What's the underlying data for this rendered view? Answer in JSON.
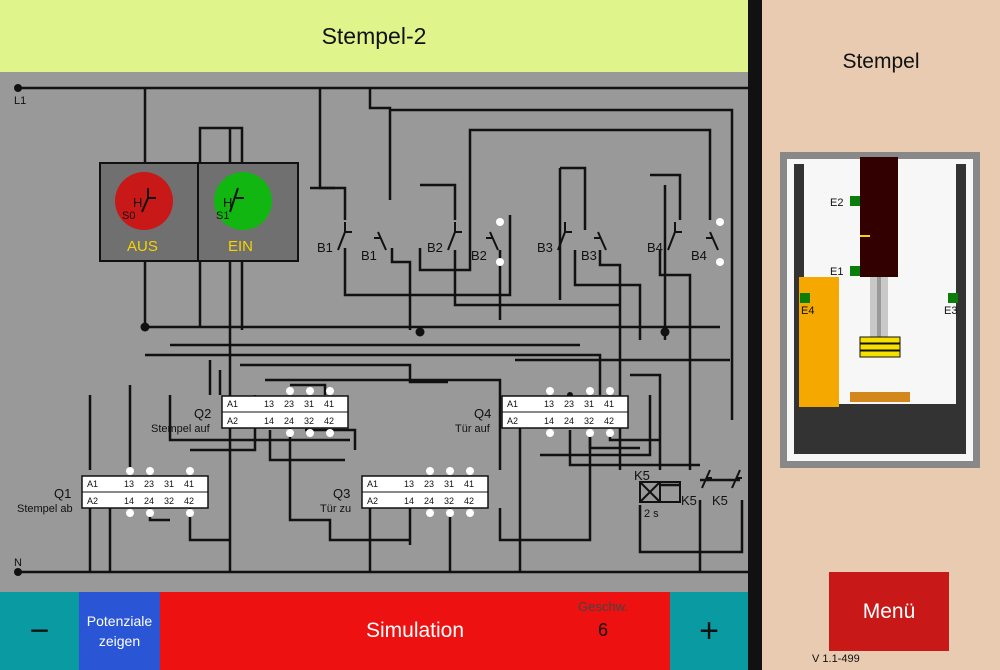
{
  "title": "Stempel-2",
  "circuit": {
    "rail_top": "L1",
    "rail_bottom": "N",
    "switch_off": {
      "tag": "S0",
      "label": "AUS"
    },
    "switch_on": {
      "tag": "S1",
      "label": "EIN"
    },
    "lamp_letter": "H",
    "sensors": [
      "B1",
      "B1",
      "B2",
      "B2",
      "B3",
      "B3",
      "B4",
      "B4"
    ],
    "terminal_labels": {
      "a1": "A1",
      "a2": "A2",
      "t13": "13",
      "t23": "23",
      "t31": "31",
      "t41": "41",
      "t14": "14",
      "t24": "24",
      "t32": "32",
      "t42": "42"
    },
    "contactors": [
      {
        "tag": "Q1",
        "name": "Stempel ab"
      },
      {
        "tag": "Q2",
        "name": "Stempel auf"
      },
      {
        "tag": "Q3",
        "name": "Tür zu"
      },
      {
        "tag": "Q4",
        "name": "Tür auf"
      }
    ],
    "timer": {
      "tag": "K5",
      "delay": "2 s",
      "contact_1": "K5",
      "contact_2": "K5"
    }
  },
  "bottom": {
    "minus": "−",
    "potentials": "Potenziale zeigen",
    "simulation": "Simulation",
    "speed_label": "Geschw.",
    "speed_value": "6",
    "plus": "+"
  },
  "right": {
    "title": "Stempel",
    "sensors": [
      "E1",
      "E2",
      "E3",
      "E4"
    ],
    "menu": "Menü",
    "version": "V 1.1-499"
  },
  "colors": {
    "title_bg": "#dff58c",
    "circuit_bg": "#999999",
    "lamp_off": "#c81818",
    "lamp_on": "#11b611",
    "switch_label": "#f5d400",
    "simulation_bg": "#ee1111",
    "potentials_bg": "#2a56d6",
    "speed_button_bg": "#0a9aa2",
    "menu_bg": "#c81818",
    "panel_bg": "#e8cbb0",
    "sensor_green": "#0b7d0b",
    "ram": "#330000",
    "door": "#f5a800"
  }
}
